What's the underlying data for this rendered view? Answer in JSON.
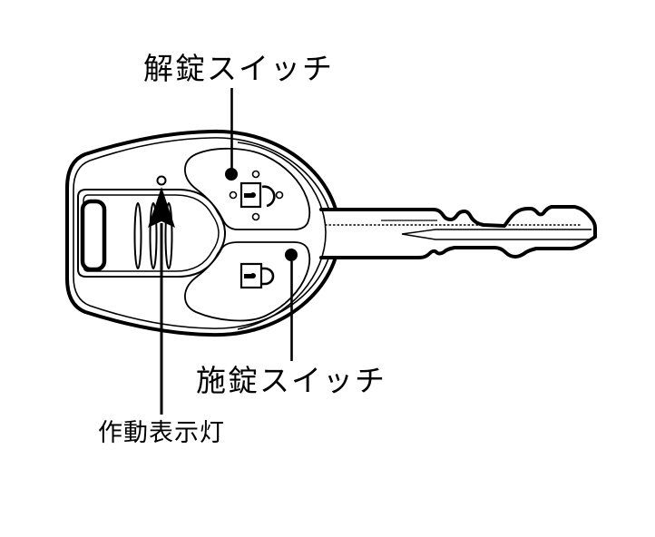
{
  "figure": {
    "type": "line-diagram",
    "subject": "keyless-entry remote key (key fob with integrated key blade)",
    "colors": {
      "line": "#000000",
      "background": "#ffffff"
    },
    "labels": {
      "unlock_switch": "解錠スイッチ",
      "lock_switch": "施錠スイッチ",
      "indicator_light": "作動表示灯"
    },
    "icons": [
      {
        "name": "unlock-icon",
        "meaning": "open padlock (unlock button)"
      },
      {
        "name": "lock-icon",
        "meaning": "closed padlock (lock button)"
      }
    ]
  }
}
